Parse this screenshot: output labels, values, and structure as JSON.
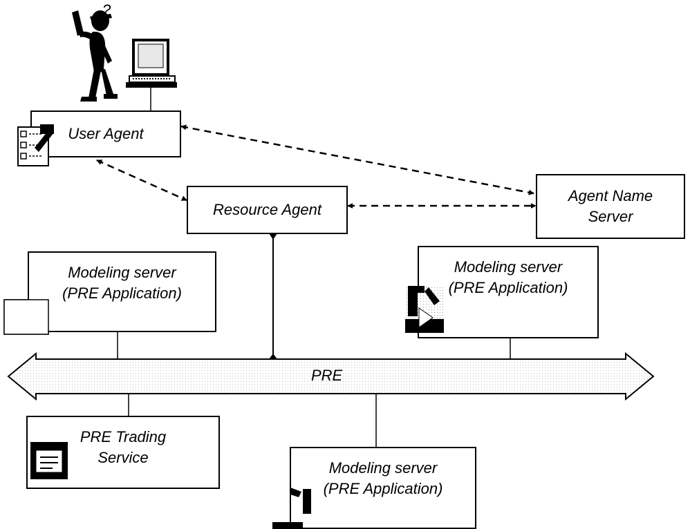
{
  "user_agent": {
    "label": "User Agent"
  },
  "person_figure": {
    "question_mark": "?"
  },
  "resource_agent": {
    "label": "Resource Agent"
  },
  "agent_name_server": {
    "line1": "Agent Name",
    "line2": "Server"
  },
  "modeling_server_left": {
    "line1": "Modeling server",
    "line2": "(PRE Application)"
  },
  "modeling_server_right": {
    "line1": "Modeling server",
    "line2": "(PRE Application)"
  },
  "modeling_server_bottom": {
    "line1": "Modeling server",
    "line2": "(PRE Application)"
  },
  "trading_service": {
    "line1": "PRE Trading",
    "line2": "Service"
  },
  "bus": {
    "label": "PRE"
  }
}
